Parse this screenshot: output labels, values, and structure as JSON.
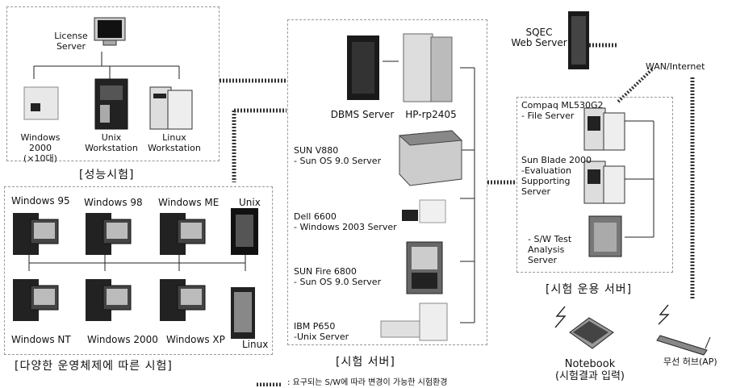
{
  "performance_test": {
    "license_server": "License\nServer",
    "windows_2000": "Windows 2000\n(×10대)",
    "unix_ws": "Unix\nWorkstation",
    "linux_ws": "Linux\nWorkstation",
    "caption": "[성능시험]"
  },
  "os_test": {
    "labels": [
      "Windows 95",
      "Windows 98",
      "Windows ME",
      "Unix",
      "Windows NT",
      "Windows 2000",
      "Windows XP",
      "Linux"
    ],
    "caption": "[다양한 운영체제에 따른 시험]"
  },
  "test_servers": {
    "dbms": "DBMS Server",
    "hp": "HP-rp2405",
    "sun_v880": "SUN V880\n- Sun OS 9.0 Server",
    "dell": "Dell 6600\n- Windows 2003 Server",
    "sun_fire": "SUN Fire 6800\n- Sun OS 9.0 Server",
    "ibm": "IBM P650\n-Unix Server",
    "caption": "[시험 서버]"
  },
  "ops_servers": {
    "sqec": "SQEC\nWeb Server",
    "wan": "WAN/Internet",
    "compaq": "Compaq ML530G2\n- File Server",
    "sunblade": "Sun Blade 2000\n-Evaluation\nSupporting\nServer",
    "sw_test": "- S/W Test\nAnalysis\nServer",
    "caption": "[시험 운용 서버]",
    "notebook": "Notebook\n(시험결과 입력)",
    "hub": "무선 허브(AP)"
  },
  "legend": ": 요구되는 S/W에 따라 변경이 가능한 시험환경"
}
